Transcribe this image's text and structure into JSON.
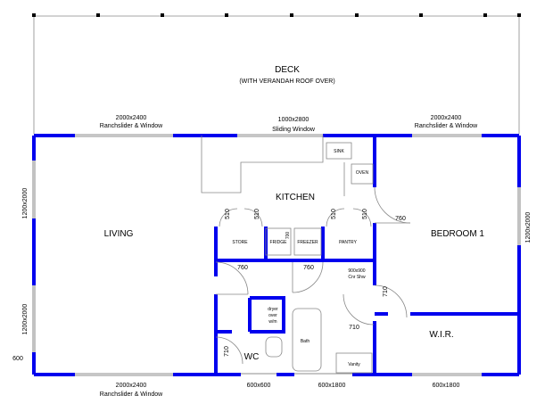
{
  "deck": {
    "title": "DECK",
    "subtitle": "(WITH VERANDAH ROOF OVER)"
  },
  "rooms": {
    "living": "LIVING",
    "kitchen": "KITCHEN",
    "bedroom": "BEDROOM 1",
    "wir": "W.I.R.",
    "wc": "WC",
    "store": "STORE",
    "fridge": "FRIDGE",
    "freezer": "FREEZER",
    "pantry": "PANTRY",
    "bath": "Bath",
    "vanity": "Vanity",
    "sink": "SINK",
    "oven": "OVEN",
    "dryer": "dryer\nover\nw/m",
    "shower": "900x900\nCnr Shw"
  },
  "openings": {
    "top_left_size": "2000x2400",
    "top_left_type": "Ranchslider & Window",
    "top_mid_size": "1000x2800",
    "top_mid_type": "Sliding Window",
    "top_right_size": "2000x2400",
    "top_right_type": "Ranchslider & Window",
    "bottom_left_size": "2000x2400",
    "bottom_left_type": "Ranchslider & Window",
    "left_upper": "1200x2000",
    "left_lower": "1200x2000",
    "right_side": "1200x2000",
    "bottom_wc": "600x600",
    "bottom_bath": "600x1800",
    "bottom_wir": "600x1800",
    "left_corner": "600"
  },
  "dims": {
    "store_door_l": "510",
    "store_door_r": "510",
    "pantry_door_l": "510",
    "pantry_door_r": "510",
    "fridge_w": "700",
    "bedroom_door": "760",
    "store_hall_door": "760",
    "kitchen_hall_door": "760",
    "wir_door": "710",
    "bath_door": "710",
    "wc_door": "710"
  },
  "colors": {
    "wall": "#0000ee",
    "line": "#555555",
    "label": "#000000"
  }
}
